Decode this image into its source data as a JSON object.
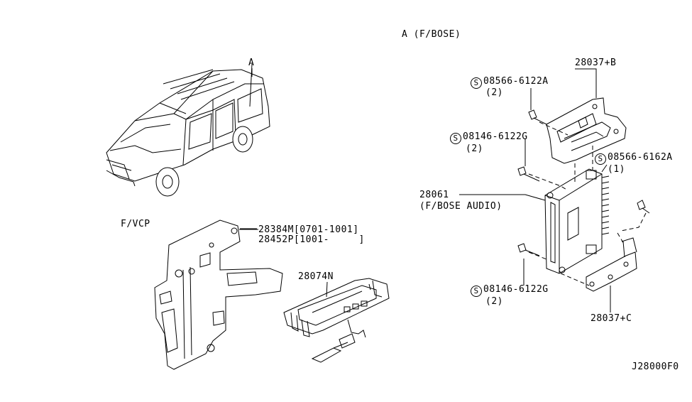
{
  "labels": {
    "section_a": "A (F/BOSE)",
    "callout_a": "A",
    "f_vcp": "F/VCP",
    "p28037b": "28037+B",
    "s08566_6122a": "08566-6122A",
    "s08566_6122a_qty": "(2)",
    "s08146_6122g_top": "08146-6122G",
    "s08146_6122g_top_qty": "(2)",
    "s08566_6162a": "08566-6162A",
    "s08566_6162a_qty": "(1)",
    "p28061": "28061",
    "p28061_desc": "(F/BOSE AUDIO)",
    "s08146_6122g_bot": "08146-6122G",
    "s08146_6122g_bot_qty": "(2)",
    "p28037c": "28037+C",
    "p28384m": "28384M[0701-1001]",
    "p28452p": "28452P[1001-     ]",
    "p28074n": "28074N",
    "diagram_id": "J28000F0",
    "screw_symbol": "S"
  }
}
